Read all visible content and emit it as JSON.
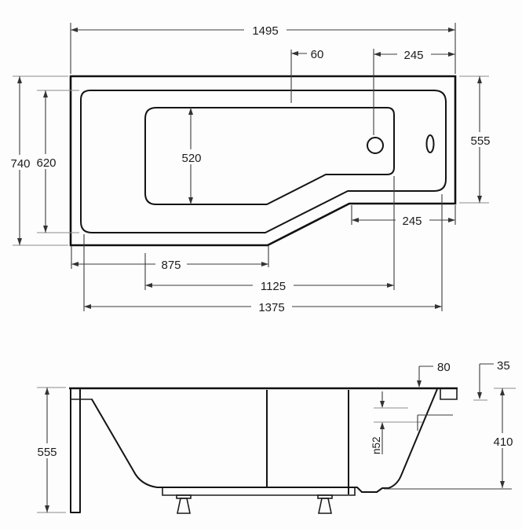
{
  "drawing": {
    "description": "Bathtub technical dimension drawing, plan view and side elevation",
    "top_view": {
      "length_overall": "1495",
      "tap_offset": "60",
      "tap_to_right_edge": "245",
      "width_overall": "740",
      "width_rim": "620",
      "width_basin": "520",
      "width_shower_section": "555",
      "shower_section_length": "245",
      "length_to_taper": "875",
      "length_basin": "1125",
      "length_rim": "1375"
    },
    "side_view": {
      "height_overall": "555",
      "overflow_offset": "80",
      "rim_edge_drop": "35",
      "shell_height": "410",
      "waste_note": "n52"
    },
    "colors": {
      "line": "#141414",
      "dimension": "#3c3c3c",
      "background": "#fdfdfd"
    }
  }
}
